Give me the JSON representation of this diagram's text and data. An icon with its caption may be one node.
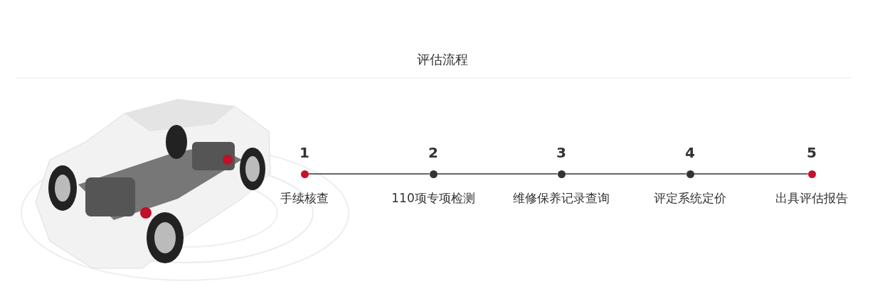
{
  "diagram": {
    "title": "评估流程",
    "nodes": [
      {
        "text": [],
        "shape": "circle",
        "beside": [
          "1",
          "手续核查"
        ]
      },
      {
        "text": [],
        "shape": "circle",
        "beside": [
          "2",
          "110项专项检测"
        ]
      },
      {
        "text": [],
        "shape": "circle",
        "beside": [
          "3",
          "维修保养记录查询"
        ]
      },
      {
        "text": [],
        "shape": "circle",
        "beside": [
          "4",
          "评定系统定价"
        ]
      },
      {
        "text": [],
        "shape": "circle",
        "beside": [
          "5",
          "出具评估报告"
        ]
      }
    ],
    "edges": [
      {
        "from": 0,
        "to": 1,
        "arrow": "none"
      },
      {
        "from": 1,
        "to": 2,
        "arrow": "none"
      },
      {
        "from": 2,
        "to": 3,
        "arrow": "none"
      },
      {
        "from": 3,
        "to": 4,
        "arrow": "none"
      }
    ]
  }
}
